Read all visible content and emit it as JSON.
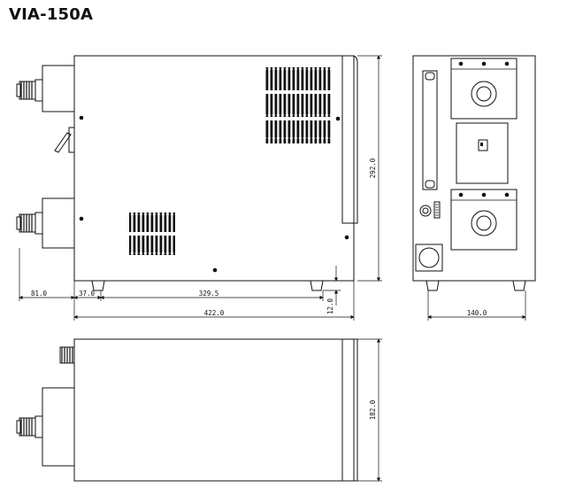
{
  "title": "VIA-150A",
  "dimensions": {
    "side_total_width": "422.0",
    "side_body_depth": "329.5",
    "front_offset": "37.0",
    "connector_length": "81.0",
    "foot_height": "12.0",
    "height": "292.0",
    "rear_width": "140.0",
    "top_width": "182.0"
  },
  "icons": {
    "connector": "knurled-connector-icon",
    "switch": "power-switch-icon",
    "port": "round-port-icon",
    "fan": "fan-icon"
  }
}
